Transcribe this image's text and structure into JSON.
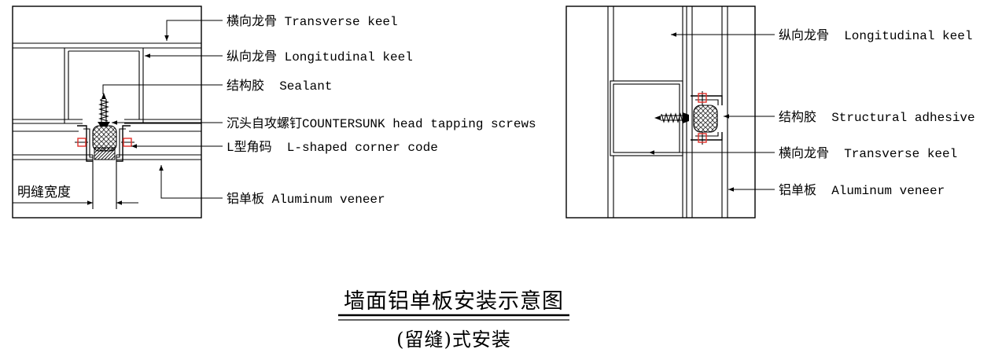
{
  "title": "墙面铝单板安装示意图",
  "subtitle": "(留缝)式安装",
  "left_detail": {
    "transverse_keel": "横向龙骨 Transverse keel",
    "longitudinal_keel": "纵向龙骨 Longitudinal keel",
    "sealant": "结构胶  Sealant",
    "tapping_screws": "沉头自攻螺钉COUNTERSUNK head tapping screws",
    "corner_code": "L型角码  L-shaped corner code",
    "aluminum_veneer": "铝单板 Aluminum veneer",
    "joint_width": "明缝宽度"
  },
  "right_detail": {
    "longitudinal_keel": "纵向龙骨  Longitudinal keel",
    "structural_adhesive": "结构胶  Structural adhesive",
    "transverse_keel": "横向龙骨  Transverse keel",
    "aluminum_veneer": "铝单板  Aluminum veneer"
  },
  "colors": {
    "line": "#000000",
    "bolt": "#e0302a",
    "background": "#ffffff"
  }
}
